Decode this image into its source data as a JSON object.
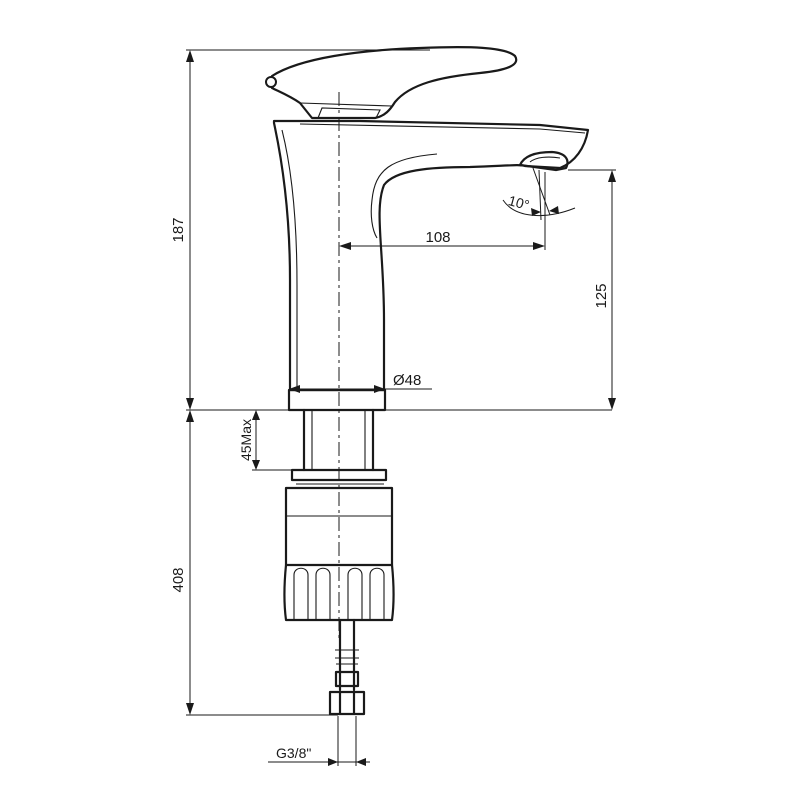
{
  "dimensions": {
    "total_height": "187",
    "spout_reach": "108",
    "spout_height": "125",
    "body_diameter": "Ø48",
    "deck_thickness": "45Max",
    "hose_length": "408",
    "connection": "G3/8\"",
    "tilt_angle": "10°"
  }
}
